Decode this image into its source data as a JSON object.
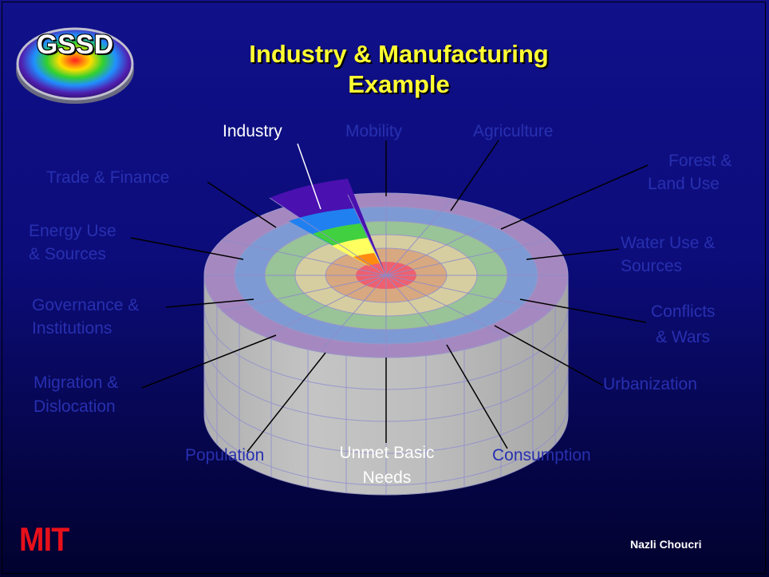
{
  "slide": {
    "title_line1": "Industry & Manufacturing",
    "title_line2": "Example",
    "logo_text": "GSSD",
    "footer_left": "MIT",
    "footer_right": "Nazli Choucri"
  },
  "labels": {
    "industry": "Industry",
    "mobility": "Mobility",
    "agriculture": "Agriculture",
    "forest_line1": "Forest &",
    "forest_line2": "Land Use",
    "trade": "Trade & Finance",
    "energy_line1": "Energy Use",
    "energy_line2": "& Sources",
    "water_line1": "Water Use &",
    "water_line2": "Sources",
    "governance_line1": "Governance &",
    "governance_line2": "Institutions",
    "conflicts_line1": "Conflicts",
    "conflicts_line2": "& Wars",
    "migration_line1": "Migration &",
    "migration_line2": "Dislocation",
    "urbanization": "Urbanization",
    "population": "Population",
    "unmet_line1": "Unmet Basic",
    "unmet_line2": "Needs",
    "consumption": "Consumption"
  },
  "colors": {
    "title": "#ffff33",
    "label_active": "#ffffff",
    "label_dim": "#2830b0",
    "ring_outer": "#a688c0",
    "ring_blue": "#7e9ad4",
    "ring_green": "#98c498",
    "ring_yellow": "#d6cea0",
    "ring_orange": "#d8a880",
    "center": "#ee6070",
    "highlight_purple": "#4a10b0",
    "highlight_blue": "#2080f0",
    "highlight_green": "#40d040",
    "highlight_yellow": "#ffff60",
    "highlight_orange": "#ff8c10",
    "mit": "#e8101a"
  }
}
